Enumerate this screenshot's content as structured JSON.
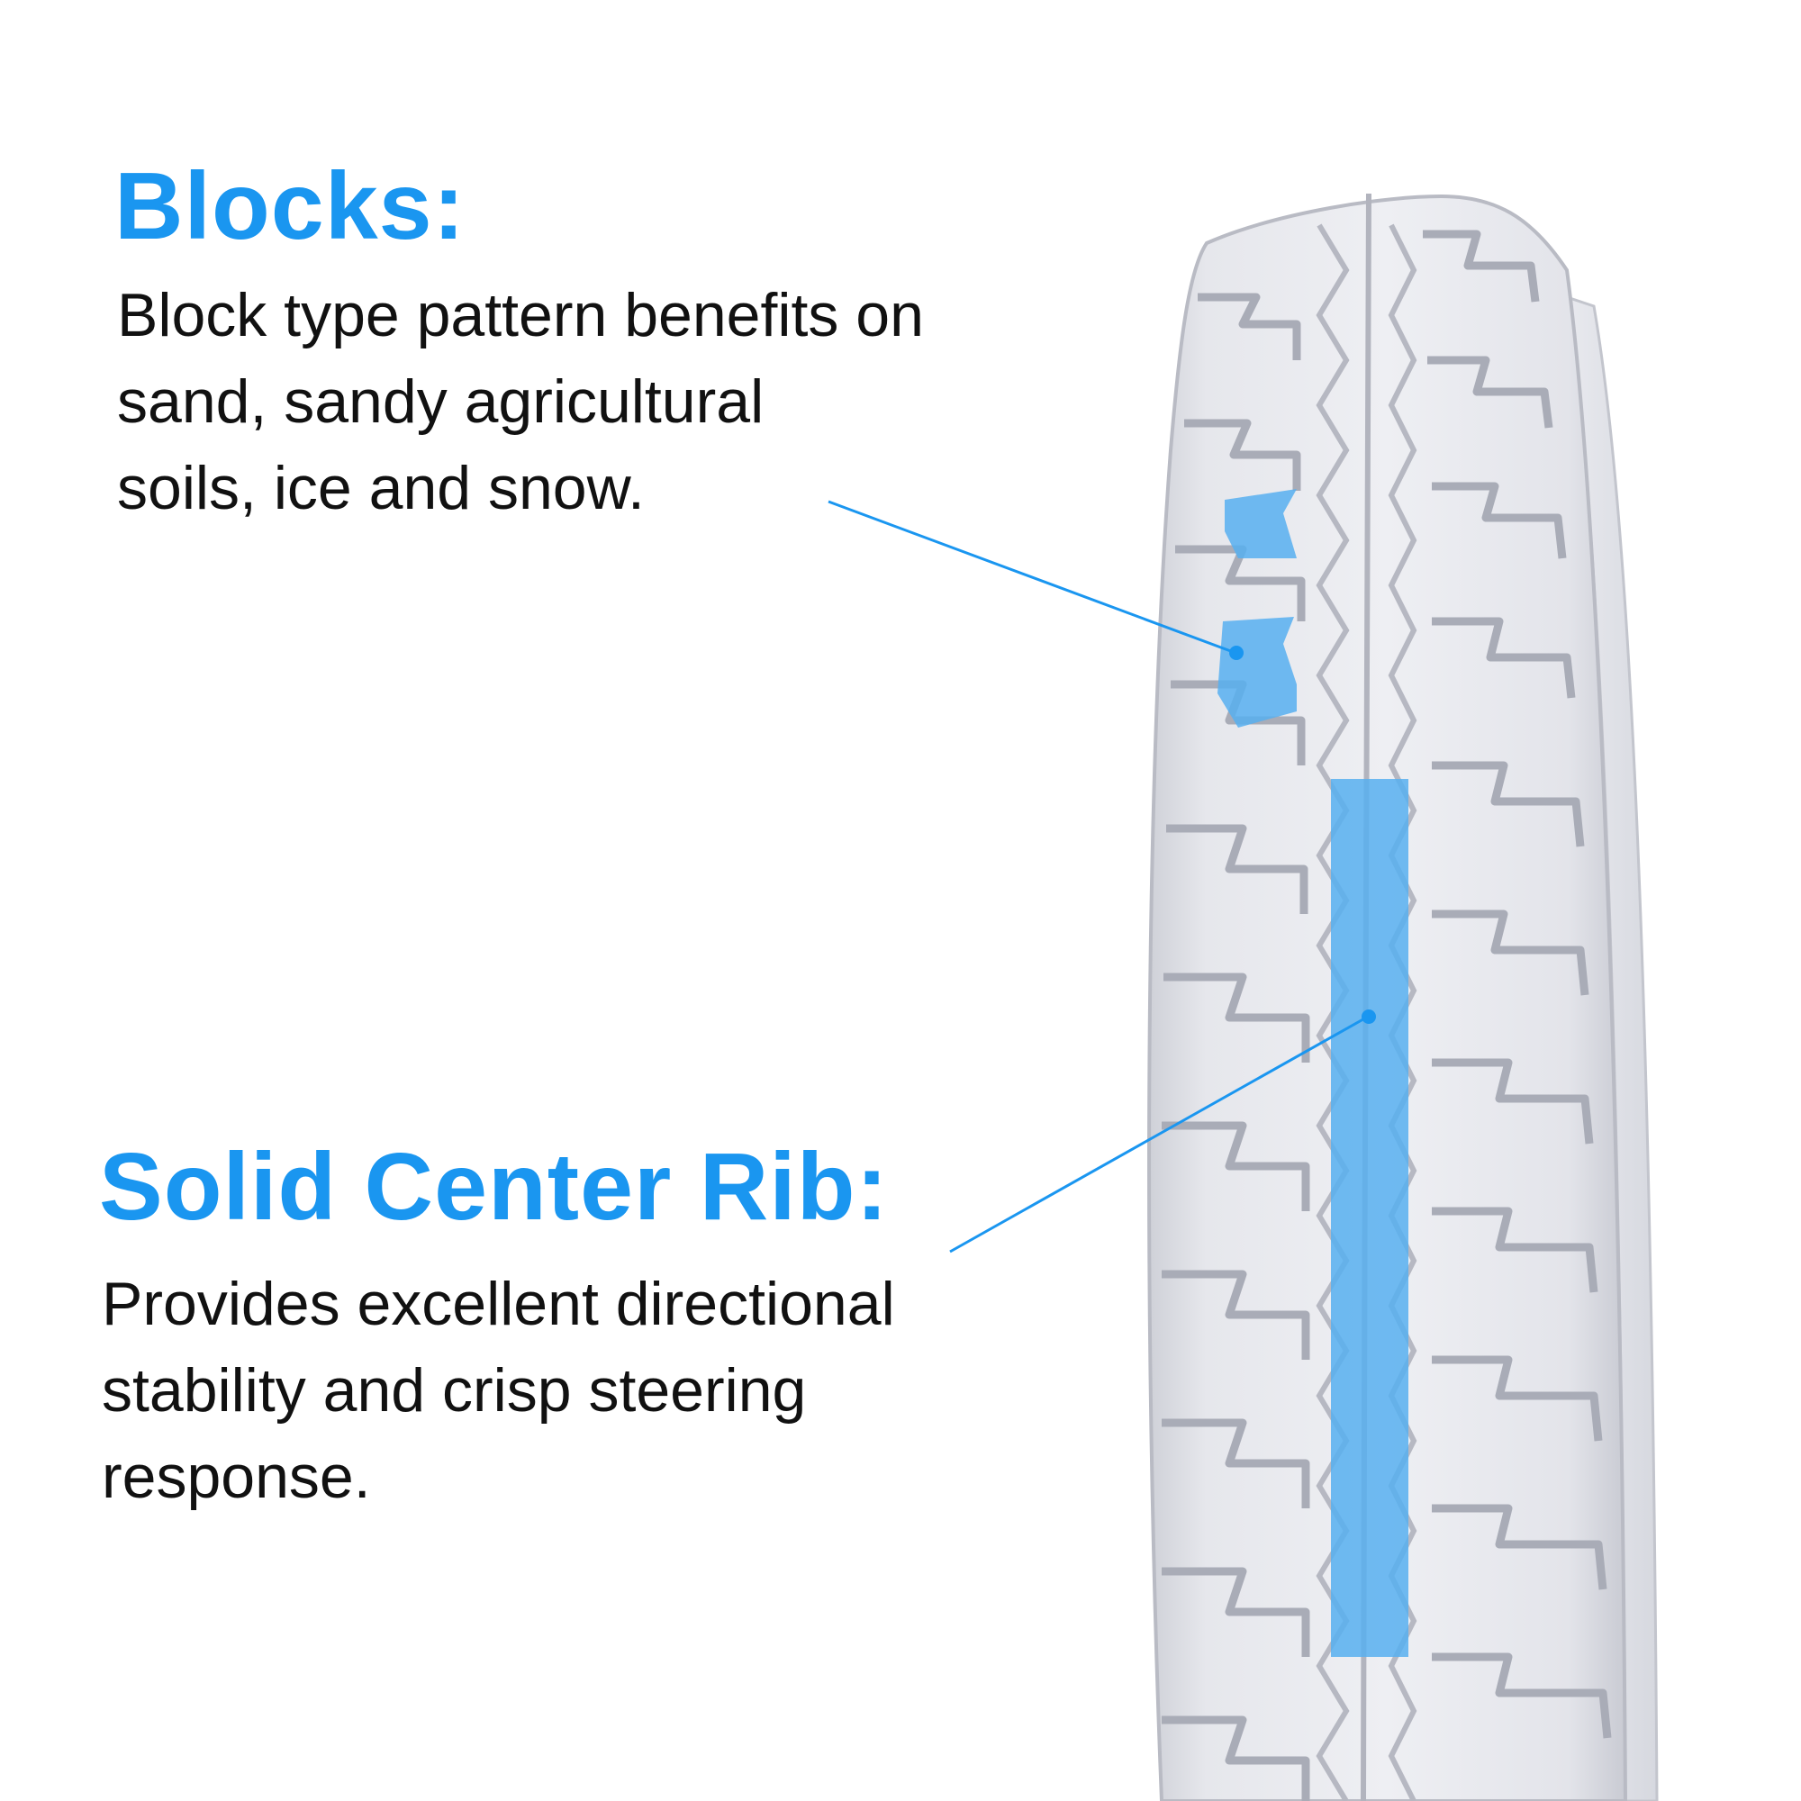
{
  "colors": {
    "accent": "#1a96f0",
    "body_text": "#111111",
    "tire_body": "#e4e5ea",
    "tire_shadow": "#b8bac3",
    "highlight": "#57aff0"
  },
  "sections": {
    "blocks": {
      "heading": "Blocks:",
      "lines": [
        "Block type pattern benefits on",
        "sand, sandy agricultural",
        "soils, ice and snow."
      ]
    },
    "center_rib": {
      "heading": "Solid Center Rib:",
      "lines": [
        "Provides excellent directional",
        "stability and crisp steering",
        "response."
      ]
    }
  },
  "illustration": {
    "subject": "tire-tread",
    "callouts": [
      "tread-block-highlight",
      "center-rib-highlight"
    ]
  }
}
